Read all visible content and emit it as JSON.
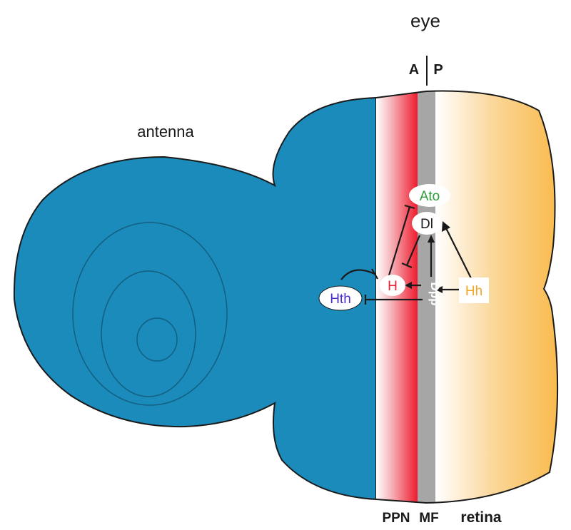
{
  "labels": {
    "eye": "eye",
    "antenna": "antenna",
    "axis_a": "A",
    "axis_p": "P",
    "ppn": "PPN",
    "mf": "MF",
    "retina": "retina"
  },
  "nodes": {
    "ato": "Ato",
    "dl": "Dl",
    "h": "H",
    "hth": "Hth",
    "hh": "Hh",
    "dpp": "Dpp"
  },
  "colors": {
    "antenna_blue": "#1a8bba",
    "ppn_red": "#ee1c2e",
    "mf_gray": "#a6a6a6",
    "retina_orange": "#f9b845",
    "ato_green": "#2a9c3a",
    "hth_purple": "#4b2bc9",
    "hh_orange": "#f4a623"
  }
}
